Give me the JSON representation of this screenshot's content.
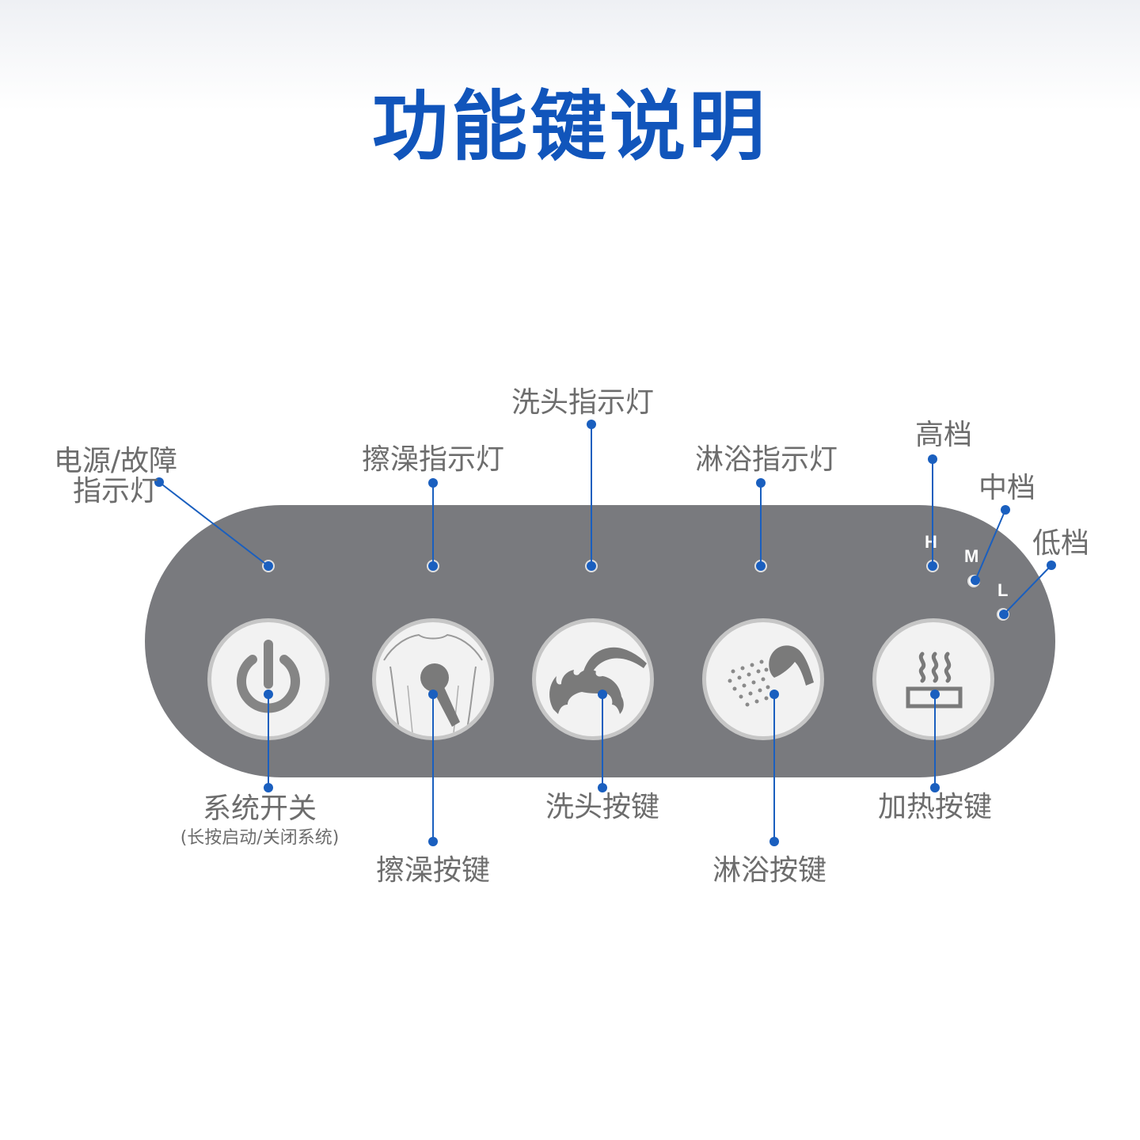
{
  "title": "功能键说明",
  "indicators": {
    "power_fault": "电源/故障\n指示灯",
    "scrub": "擦澡指示灯",
    "hair_wash": "洗头指示灯",
    "shower": "淋浴指示灯",
    "high": "高档",
    "medium": "中档",
    "low": "低档"
  },
  "level_letters": {
    "high": "H",
    "medium": "M",
    "low": "L"
  },
  "buttons": {
    "power": "系统开关",
    "power_note": "(长按启动/关闭系统)",
    "scrub": "擦澡按键",
    "hair_wash": "洗头按键",
    "shower": "淋浴按键",
    "heat": "加热按键"
  },
  "colors": {
    "title": "#1155bb",
    "panel": "#797a7e",
    "leader": "#1a5fbf",
    "label": "#6d6d6d"
  }
}
